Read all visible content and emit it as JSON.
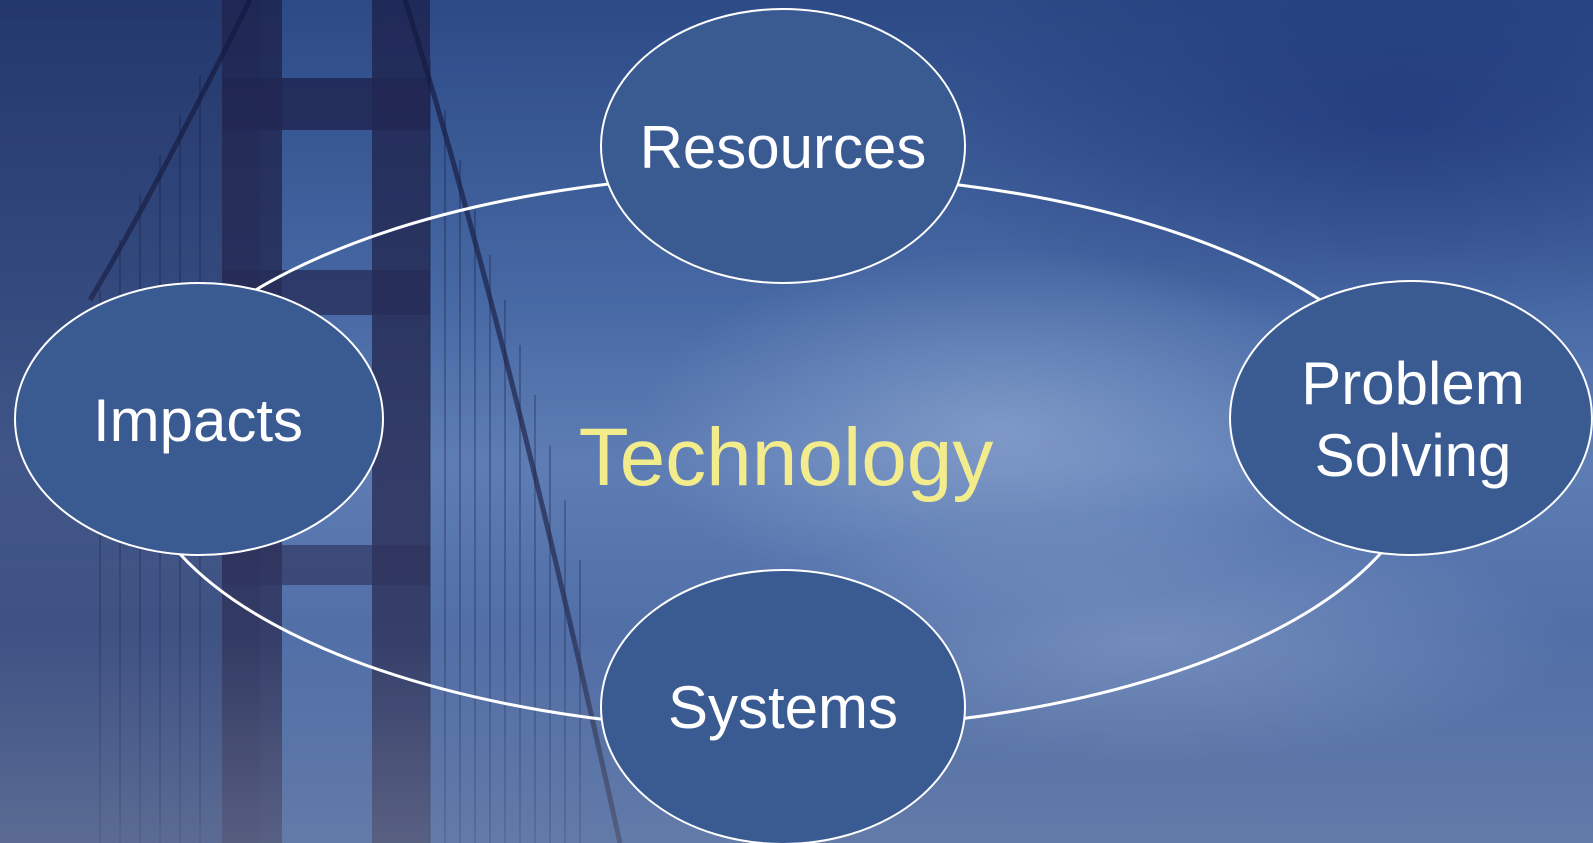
{
  "diagram": {
    "center_label": "Technology",
    "center_color": "#f3ec8c",
    "node_fill": "#3a5a92",
    "node_stroke": "#ffffff",
    "ring_stroke": "#ffffff",
    "nodes": [
      {
        "id": "resources",
        "label": "Resources"
      },
      {
        "id": "problem-solving",
        "label": "Problem\nSolving"
      },
      {
        "id": "systems",
        "label": "Systems"
      },
      {
        "id": "impacts",
        "label": "Impacts"
      }
    ]
  }
}
